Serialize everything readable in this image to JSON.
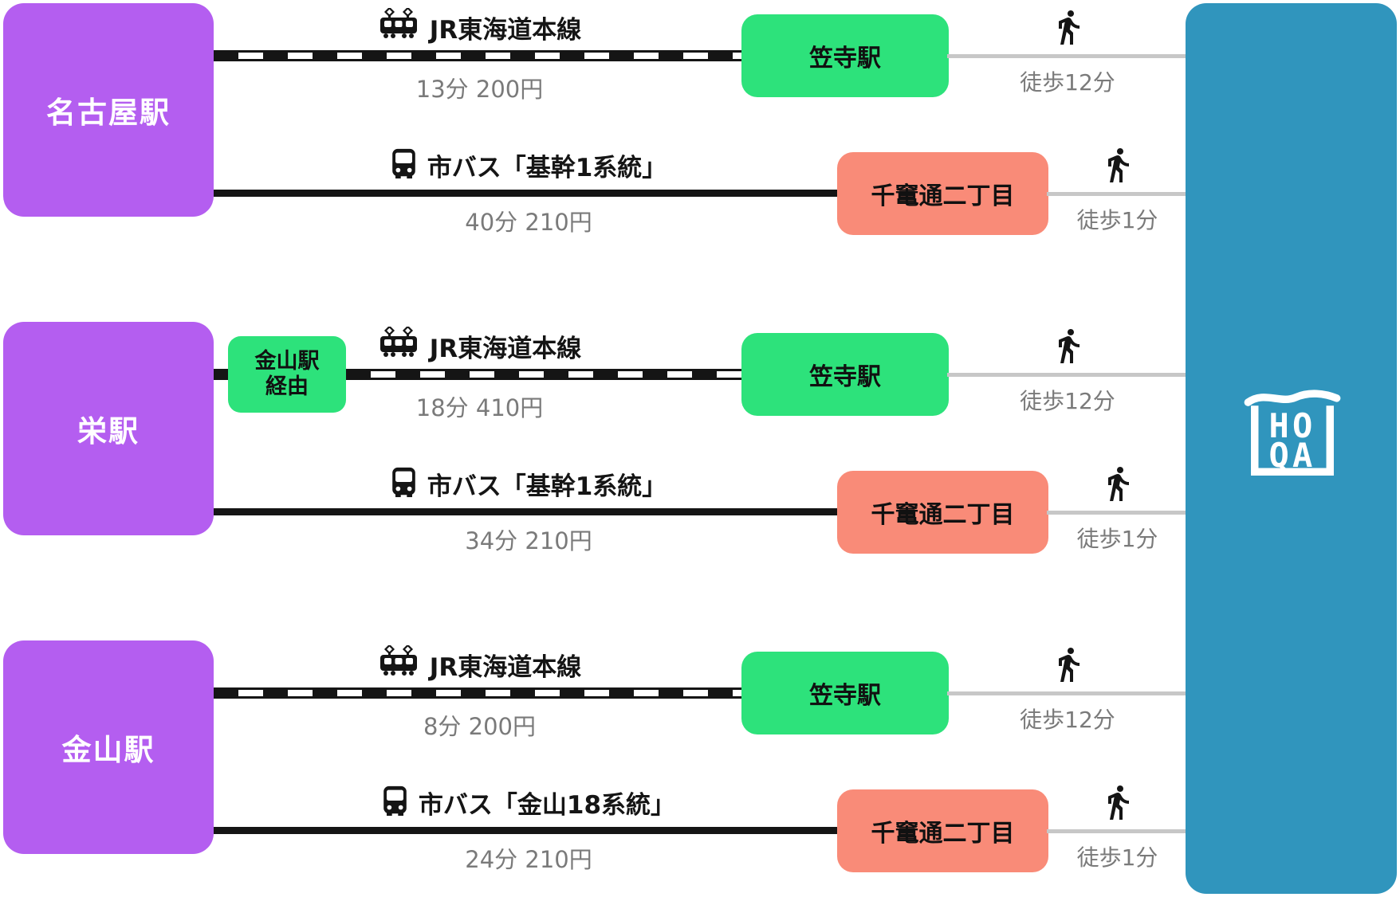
{
  "colors": {
    "station_purple": "#b45ef0",
    "stop_green": "#2de27b",
    "stop_salmon": "#f98b78",
    "destination_blue": "#3095bd",
    "line_black": "#151515",
    "walk_gray": "#c7c7c7",
    "text_gray": "#7a7a7a"
  },
  "destination": {
    "logo": {
      "icon": "hoqa-logo",
      "line1": "HO",
      "line2": "QA"
    }
  },
  "groups": [
    {
      "station": "名古屋駅",
      "routes": [
        {
          "mode": "rail",
          "icon": "train-icon",
          "line_name": "JR東海道本線",
          "duration_fare": "13分 200円",
          "stop": "笠寺駅",
          "walk": "徒歩12分"
        },
        {
          "mode": "bus",
          "icon": "bus-icon",
          "line_name": "市バス「基幹1系統」",
          "duration_fare": "40分 210円",
          "stop": "千竃通二丁目",
          "walk": "徒歩1分"
        }
      ]
    },
    {
      "station": "栄駅",
      "routes": [
        {
          "mode": "rail",
          "icon": "train-icon",
          "line_name": "JR東海道本線",
          "duration_fare": "18分 410円",
          "via_line1": "金山駅",
          "via_line2": "経由",
          "stop": "笠寺駅",
          "walk": "徒歩12分"
        },
        {
          "mode": "bus",
          "icon": "bus-icon",
          "line_name": "市バス「基幹1系統」",
          "duration_fare": "34分 210円",
          "stop": "千竃通二丁目",
          "walk": "徒歩1分"
        }
      ]
    },
    {
      "station": "金山駅",
      "routes": [
        {
          "mode": "rail",
          "icon": "train-icon",
          "line_name": "JR東海道本線",
          "duration_fare": "8分 200円",
          "stop": "笠寺駅",
          "walk": "徒歩12分"
        },
        {
          "mode": "bus",
          "icon": "bus-icon",
          "line_name": "市バス「金山18系統」",
          "duration_fare": "24分 210円",
          "stop": "千竃通二丁目",
          "walk": "徒歩1分"
        }
      ]
    }
  ]
}
